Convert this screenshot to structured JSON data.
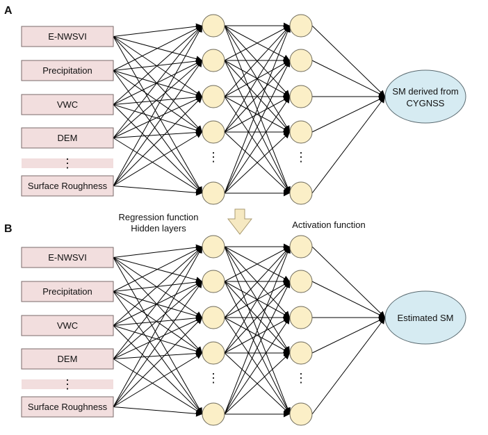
{
  "panels": [
    {
      "label": "A",
      "inputs": [
        "E-NWSVI",
        "Precipitation",
        "VWC",
        "DEM",
        "⋮",
        "Surface Roughness"
      ],
      "output": [
        "SM derived from",
        "CYGNSS"
      ]
    },
    {
      "label": "B",
      "inputs": [
        "E-NWSVI",
        "Precipitation",
        "VWC",
        "DEM",
        "⋮",
        "Surface Roughness"
      ],
      "output": [
        "Estimated SM"
      ]
    }
  ],
  "annotations": {
    "regression_line1": "Regression function",
    "regression_line2": "Hidden layers",
    "activation": "Activation function"
  },
  "colors": {
    "input_box_fill": "#f2dede",
    "input_box_stroke": "#7a6a6a",
    "neuron_fill": "#fbefc7",
    "neuron_stroke": "#6e6a5a",
    "output_fill": "#d6ebf2",
    "output_stroke": "#5a6a70",
    "arrow_fill": "#f6e9c2",
    "arrow_stroke": "#a99a70"
  }
}
